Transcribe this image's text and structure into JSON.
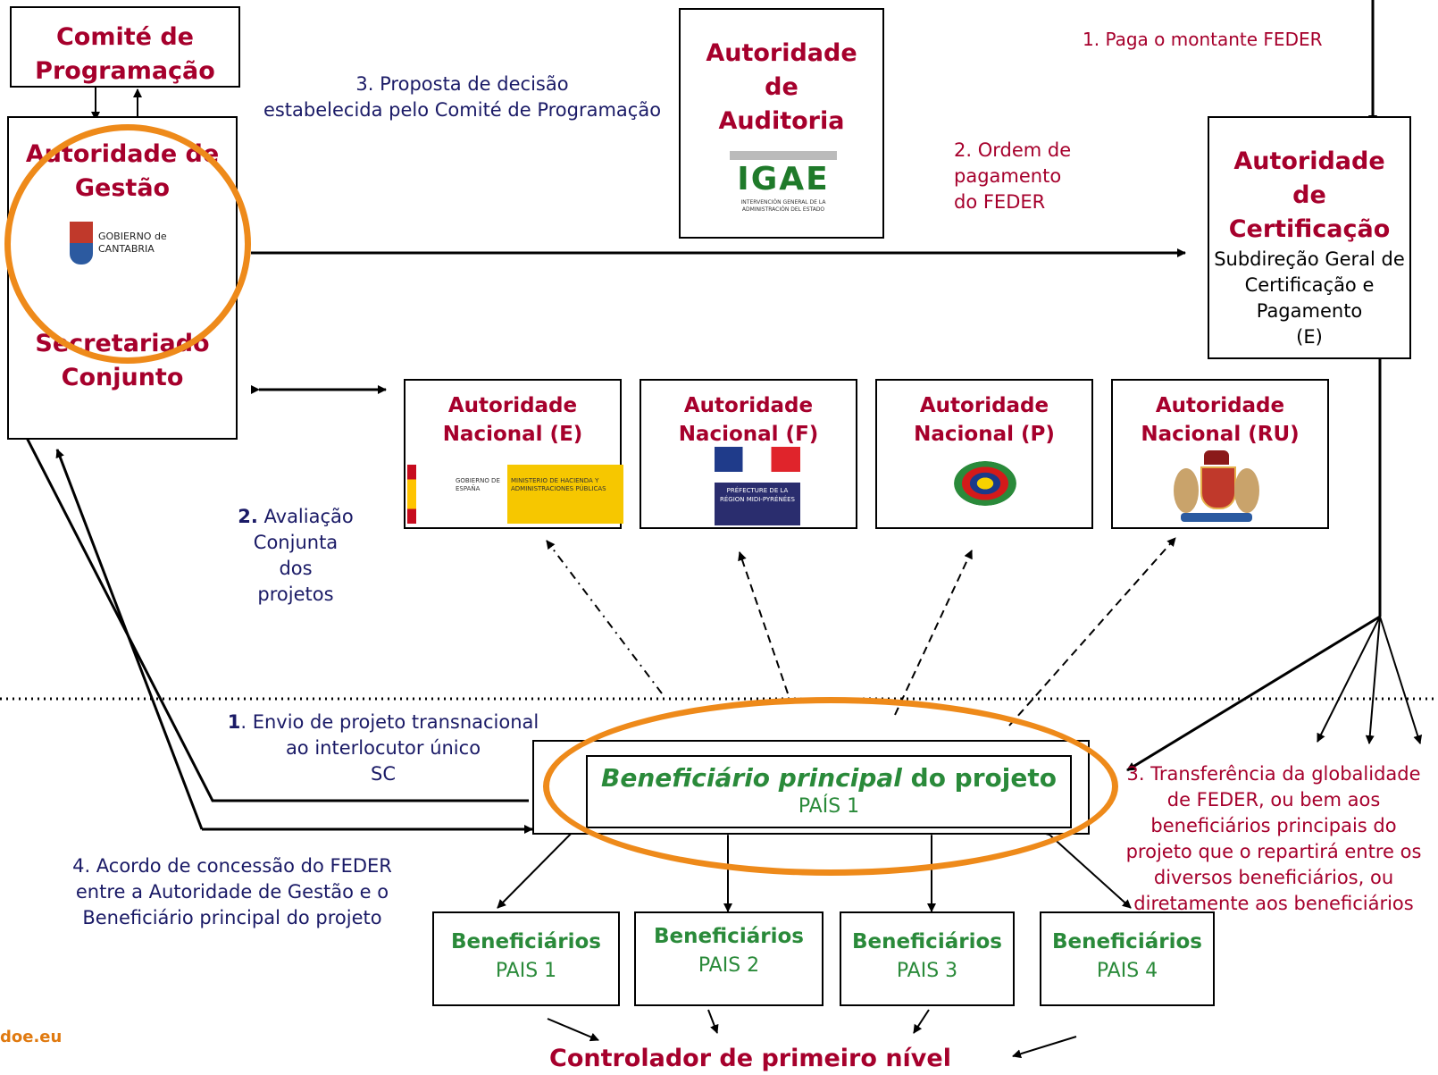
{
  "comite": {
    "line1": "Comité de",
    "line2": "Programação"
  },
  "ag": {
    "title1": "Autoridade de",
    "title2": "Gestão",
    "logo": "GOBIERNO de CANTABRIA",
    "sc1": "Secretariado",
    "sc2": "Conjunto"
  },
  "audit": {
    "t1": "Autoridade",
    "t2": "de",
    "t3": "Auditoria",
    "logo": "IGAE",
    "logo_sub1": "INTERVENCIÓN GENERAL DE LA",
    "logo_sub2": "ADMINISTRACIÓN DEL ESTADO"
  },
  "cert": {
    "t1": "Autoridade",
    "t2": "de",
    "t3": "Certificação",
    "s1": "Subdireção Geral de",
    "s2": "Certificação e",
    "s3": "Pagamento",
    "s4": "(E)"
  },
  "labels": {
    "paga": "1. Paga o montante FEDER",
    "proposta1": "3. Proposta de decisão",
    "proposta2": "estabelecida pelo Comité de Programação",
    "ordem1": "2. Ordem de",
    "ordem2": "pagamento",
    "ordem3": "do FEDER",
    "aval_num": "2.",
    "aval1": " Avaliação",
    "aval2": "Conjunta",
    "aval3": "dos",
    "aval4": "projetos",
    "envio_num": "1",
    "envio1": ". Envio de projeto transnacional",
    "envio2": "ao interlocutor único",
    "envio3": "SC",
    "acordo1": "4. Acordo de concessão do FEDER",
    "acordo2": "entre a Autoridade de Gestão e o",
    "acordo3": "Beneficiário principal do projeto",
    "transf1": "3. Transferência da globalidade",
    "transf2": "de FEDER, ou bem aos",
    "transf3": "beneficiários principais do",
    "transf4": "projeto que o repartirá entre os",
    "transf5": "diversos beneficiários, ou",
    "transf6": "diretamente aos beneficiários",
    "site": "doe.eu",
    "controlador": "Controlador de primeiro nível"
  },
  "nacional": [
    {
      "l1": "Autoridade",
      "l2": "Nacional (E)",
      "logo_a": "GOBIERNO DE ESPAÑA",
      "logo_b": "MINISTERIO DE HACIENDA Y ADMINISTRACIONES PÚBLICAS"
    },
    {
      "l1": "Autoridade",
      "l2": "Nacional (F)",
      "logo_a": "PRÉFECTURE DE LA RÉGION MIDI-PYRÉNÉES"
    },
    {
      "l1": "Autoridade",
      "l2": "Nacional (P)"
    },
    {
      "l1": "Autoridade",
      "l2": "Nacional (RU)"
    }
  ],
  "lead": {
    "t1": "Beneficiário principal",
    "t2": " do projeto",
    "t3": "PAÍS 1"
  },
  "benef": [
    {
      "l1": "Beneficiários",
      "l2": "PAIS 1"
    },
    {
      "l1": "Beneficiários",
      "l2": "PAIS 2"
    },
    {
      "l1": "Beneficiários",
      "l2": "PAIS 3"
    },
    {
      "l1": "Beneficiários",
      "l2": "PAIS 4"
    }
  ],
  "colors": {
    "red": "#a6002c",
    "green": "#2a8a3a",
    "navy": "#1a1a66",
    "orange": "#ee8a1a"
  }
}
